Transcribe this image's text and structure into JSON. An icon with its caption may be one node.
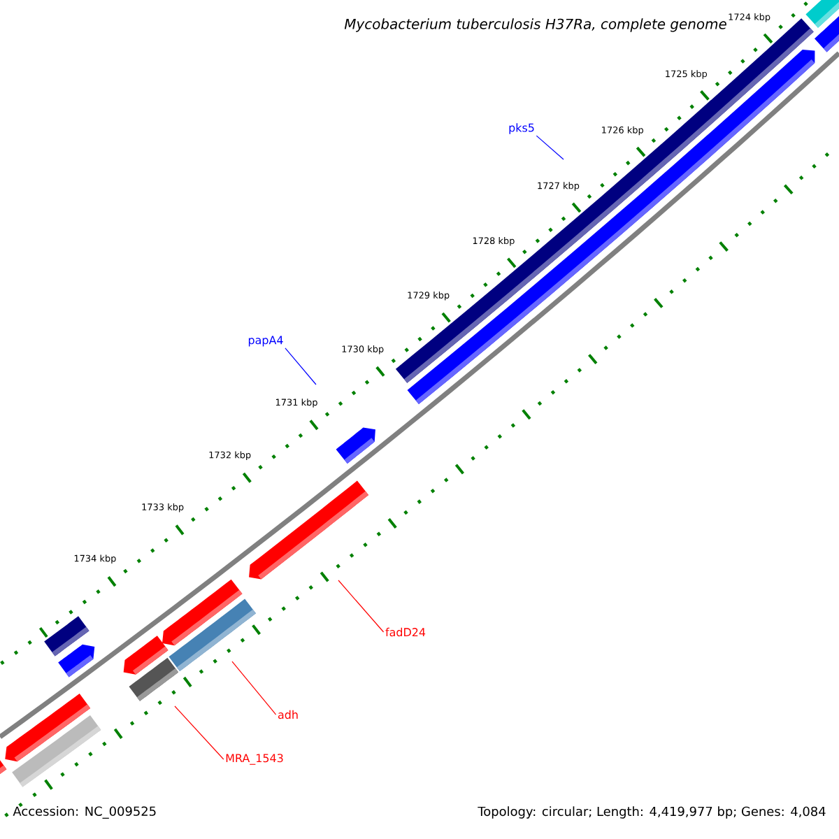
{
  "diagram": {
    "title": "*Mycobacterium tuberculosis* H37Ra, complete genome",
    "nodes": [
      {
        "text": [
          "pks5"
        ]
      },
      {
        "text": [
          "papA4"
        ]
      },
      {
        "text": [
          "fadD24"
        ]
      },
      {
        "text": [
          "adh"
        ]
      },
      {
        "text": [
          "MRA_1543"
        ]
      }
    ],
    "edges": [
      {
        "from": 0,
        "to": null,
        "arrow": "none",
        "color": "#0000ff"
      },
      {
        "from": 1,
        "to": null,
        "arrow": "none",
        "color": "#0000ff"
      },
      {
        "from": 2,
        "to": null,
        "arrow": "none"
      },
      {
        "from": 3,
        "to": null,
        "arrow": "none"
      },
      {
        "from": 4,
        "to": null,
        "arrow": "none"
      }
    ],
    "labels": [
      "1724 kbp",
      "1725 kbp",
      "1726 kbp",
      "1727 kbp",
      "1728 kbp",
      "1729 kbp",
      "1730 kbp",
      "1731 kbp",
      "1732 kbp",
      "1733 kbp",
      "1734 kbp",
      "Accession: NC_009525",
      "Topology: circular; Length: 4,419,977 bp; Genes: 4,084"
    ]
  }
}
